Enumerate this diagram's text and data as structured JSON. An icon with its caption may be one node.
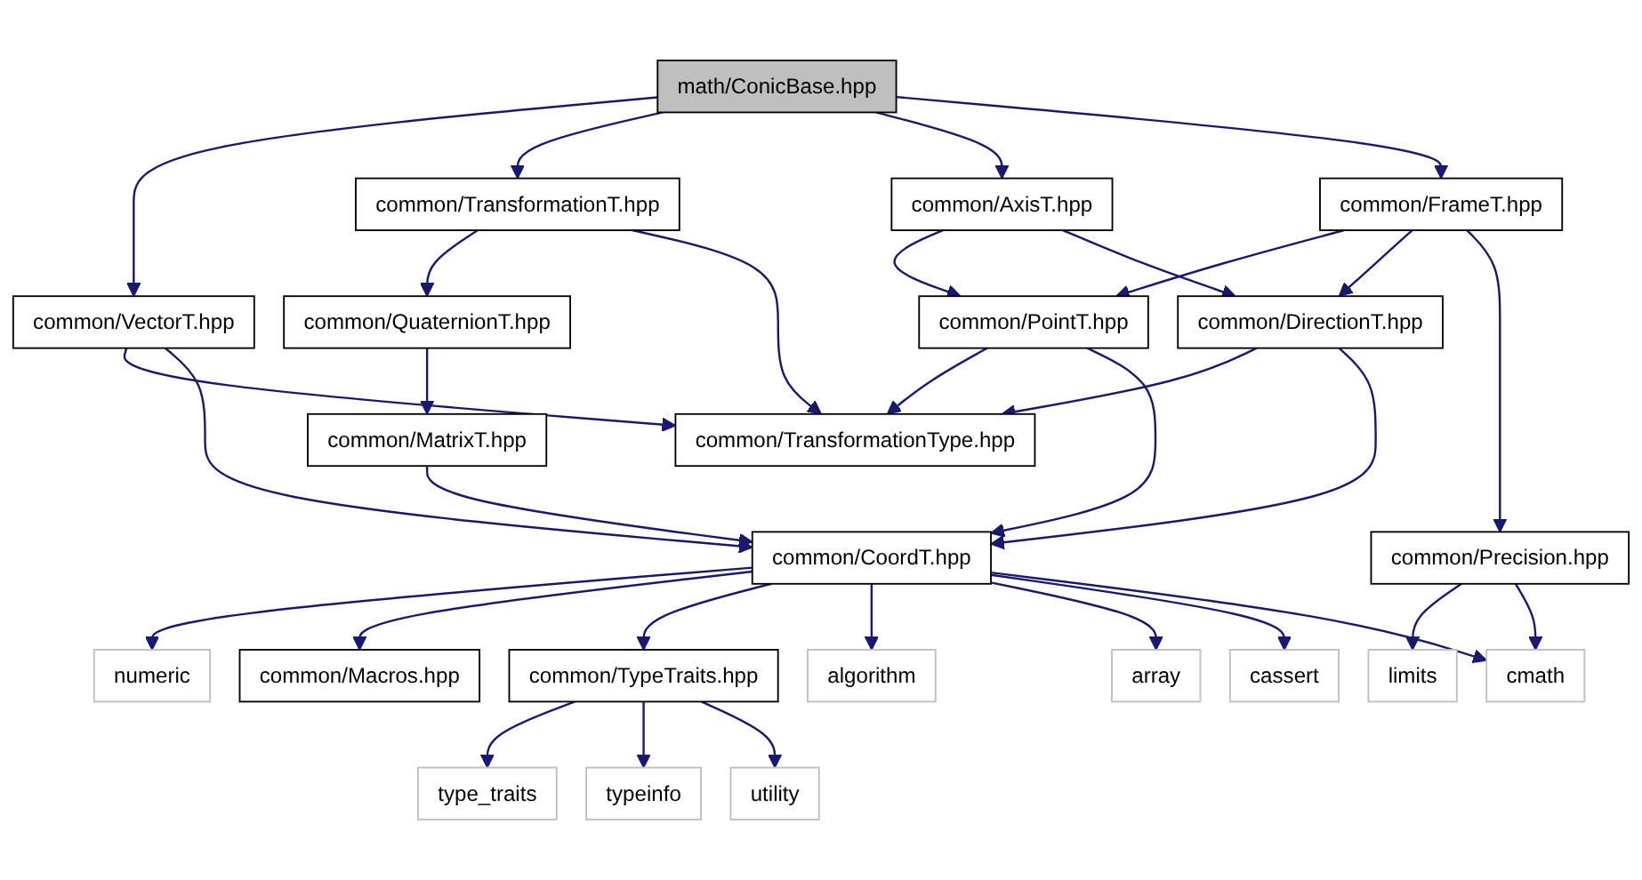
{
  "diagram": {
    "nodes": [
      {
        "text": [
          "math/ConicBase.hpp"
        ]
      },
      {
        "text": [
          "common/TransformationT.hpp"
        ]
      },
      {
        "text": [
          "common/AxisT.hpp"
        ]
      },
      {
        "text": [
          "common/FrameT.hpp"
        ]
      },
      {
        "text": [
          "common/VectorT.hpp"
        ]
      },
      {
        "text": [
          "common/QuaternionT.hpp"
        ]
      },
      {
        "text": [
          "common/PointT.hpp"
        ]
      },
      {
        "text": [
          "common/DirectionT.hpp"
        ]
      },
      {
        "text": [
          "common/Precision.hpp"
        ]
      },
      {
        "text": [
          "common/MatrixT.hpp"
        ]
      },
      {
        "text": [
          "common/TransformationType.hpp"
        ]
      },
      {
        "text": [
          "limits"
        ]
      },
      {
        "text": [
          "common/CoordT.hpp"
        ]
      },
      {
        "text": [
          "numeric"
        ]
      },
      {
        "text": [
          "common/Macros.hpp"
        ]
      },
      {
        "text": [
          "common/TypeTraits.hpp"
        ]
      },
      {
        "text": [
          "algorithm"
        ]
      },
      {
        "text": [
          "array"
        ]
      },
      {
        "text": [
          "cassert"
        ]
      },
      {
        "text": [
          "cmath"
        ]
      },
      {
        "text": [
          "type_traits"
        ]
      },
      {
        "text": [
          "typeinfo"
        ]
      },
      {
        "text": [
          "utility"
        ]
      }
    ],
    "edges": [
      {
        "from": 0,
        "to": 4,
        "arrow": "to"
      },
      {
        "from": 0,
        "to": 1,
        "arrow": "to"
      },
      {
        "from": 0,
        "to": 2,
        "arrow": "to"
      },
      {
        "from": 0,
        "to": 3,
        "arrow": "to"
      },
      {
        "from": 1,
        "to": 5,
        "arrow": "to"
      },
      {
        "from": 1,
        "to": 10,
        "arrow": "to"
      },
      {
        "from": 2,
        "to": 6,
        "arrow": "to"
      },
      {
        "from": 2,
        "to": 7,
        "arrow": "to"
      },
      {
        "from": 3,
        "to": 6,
        "arrow": "to"
      },
      {
        "from": 3,
        "to": 7,
        "arrow": "to"
      },
      {
        "from": 3,
        "to": 8,
        "arrow": "to"
      },
      {
        "from": 4,
        "to": 10,
        "arrow": "to"
      },
      {
        "from": 4,
        "to": 12,
        "arrow": "to"
      },
      {
        "from": 5,
        "to": 9,
        "arrow": "to"
      },
      {
        "from": 6,
        "to": 10,
        "arrow": "to"
      },
      {
        "from": 6,
        "to": 12,
        "arrow": "to"
      },
      {
        "from": 7,
        "to": 10,
        "arrow": "to"
      },
      {
        "from": 7,
        "to": 12,
        "arrow": "to"
      },
      {
        "from": 8,
        "to": 11,
        "arrow": "to"
      },
      {
        "from": 8,
        "to": 19,
        "arrow": "to"
      },
      {
        "from": 9,
        "to": 12,
        "arrow": "to"
      },
      {
        "from": 12,
        "to": 13,
        "arrow": "to"
      },
      {
        "from": 12,
        "to": 14,
        "arrow": "to"
      },
      {
        "from": 12,
        "to": 15,
        "arrow": "to"
      },
      {
        "from": 12,
        "to": 16,
        "arrow": "to"
      },
      {
        "from": 12,
        "to": 17,
        "arrow": "to"
      },
      {
        "from": 12,
        "to": 18,
        "arrow": "to"
      },
      {
        "from": 12,
        "to": 19,
        "arrow": "to"
      },
      {
        "from": 15,
        "to": 20,
        "arrow": "to"
      },
      {
        "from": 15,
        "to": 21,
        "arrow": "to"
      },
      {
        "from": 15,
        "to": 22,
        "arrow": "to"
      }
    ]
  }
}
